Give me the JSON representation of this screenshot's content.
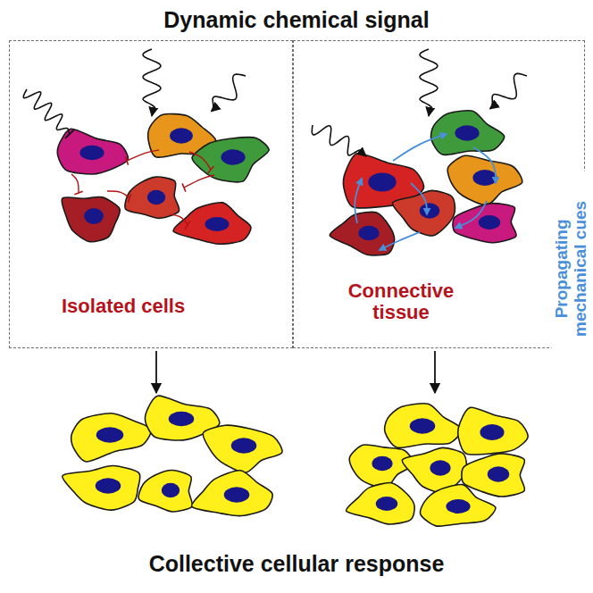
{
  "diagram": {
    "title": "Dynamic chemical signal",
    "caption": "Collective cellular response",
    "nodes": [
      {
        "text": [
          "Isolated cells"
        ]
      },
      {
        "text": [
          "Connective tissue",
          "Propagating mechanical cues"
        ]
      }
    ]
  }
}
